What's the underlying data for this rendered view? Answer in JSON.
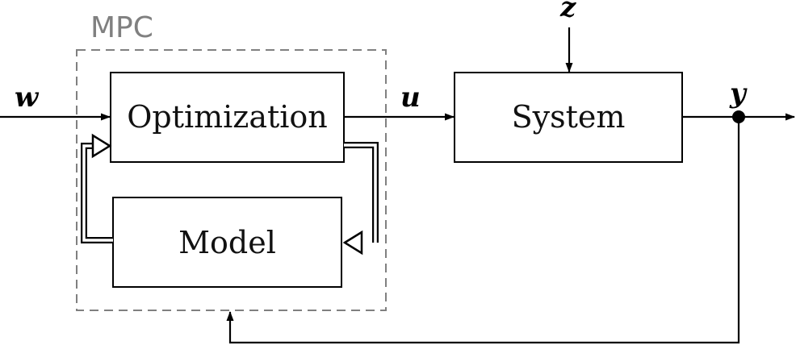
{
  "group": {
    "label": "MPC",
    "color": "#808080"
  },
  "blocks": {
    "optimization": "Optimization",
    "model": "Model",
    "system": "System"
  },
  "signals": {
    "reference": "w",
    "input": "u",
    "disturbance": "z",
    "output": "y"
  }
}
